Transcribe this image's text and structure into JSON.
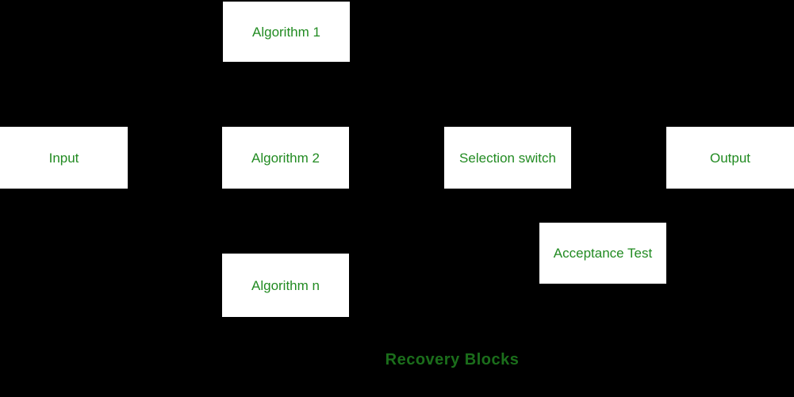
{
  "canvas": {
    "background": "#000000",
    "box_background": "#ffffff",
    "box_text_color": "#228B22",
    "caption_color": "#1b6e1b"
  },
  "boxes": [
    {
      "id": "algorithm-1",
      "label": "Algorithm 1"
    },
    {
      "id": "input",
      "label": "Input"
    },
    {
      "id": "algorithm-2",
      "label": "Algorithm 2"
    },
    {
      "id": "selection-switch",
      "label": "Selection switch"
    },
    {
      "id": "output",
      "label": "Output"
    },
    {
      "id": "acceptance-test",
      "label": "Acceptance Test"
    },
    {
      "id": "algorithm-n",
      "label": "Algorithm n"
    }
  ],
  "caption": {
    "text": "Recovery Blocks"
  }
}
